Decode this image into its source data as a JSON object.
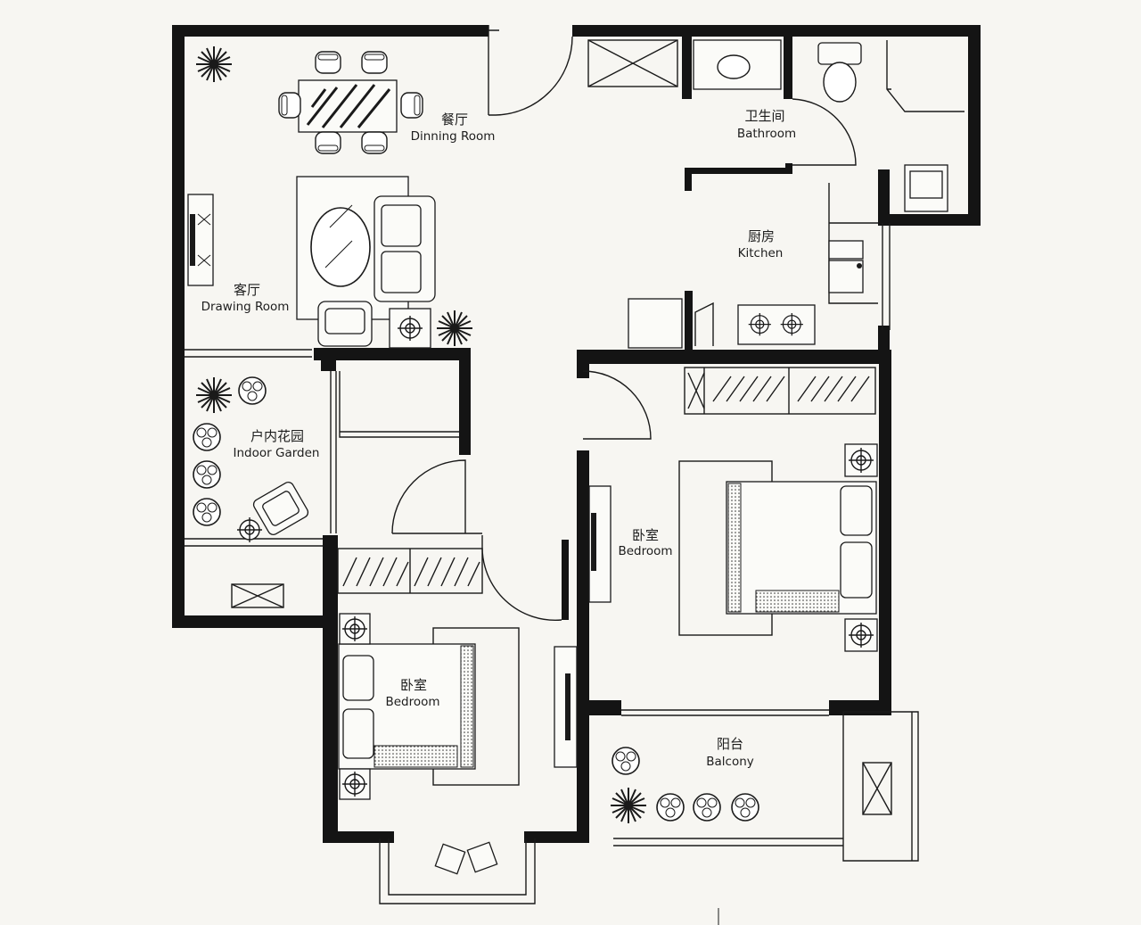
{
  "rooms": {
    "dining": {
      "zh": "餐厅",
      "en": "Dinning Room"
    },
    "bathroom": {
      "zh": "卫生间",
      "en": "Bathroom"
    },
    "kitchen": {
      "zh": "厨房",
      "en": "Kitchen"
    },
    "drawing": {
      "zh": "客厅",
      "en": "Drawing Room"
    },
    "garden": {
      "zh": "户内花园",
      "en": "Indoor Garden"
    },
    "master_bedroom": {
      "zh": "卧室",
      "en": "Bedroom"
    },
    "second_bedroom": {
      "zh": "卧室",
      "en": "Bedroom"
    },
    "balcony": {
      "zh": "阳台",
      "en": "Balcony"
    }
  },
  "colors": {
    "wall": "#141414",
    "line": "#1a1a1a",
    "paper": "#f7f6f2"
  },
  "icons": [
    "potted-plant-icon",
    "dining-table-icon",
    "sofa-icon",
    "tv-cabinet-icon",
    "bed-icon",
    "wardrobe-icon",
    "toilet-icon",
    "washbasin-icon",
    "stove-icon",
    "sink-icon",
    "lamp-icon",
    "door-swing-icon"
  ]
}
